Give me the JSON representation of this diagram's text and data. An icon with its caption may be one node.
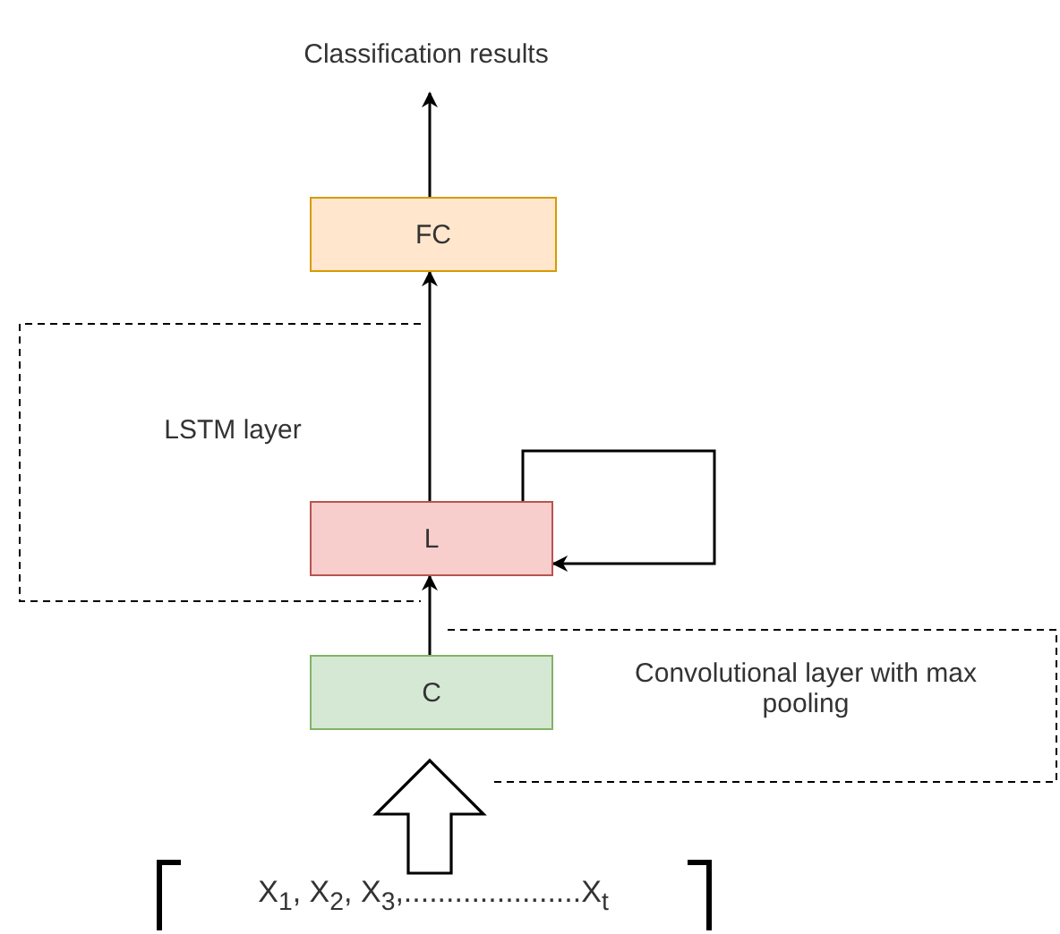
{
  "diagram": {
    "nodes": [
      {
        "text": [
          "Classification results"
        ]
      },
      {
        "text": [
          "FC"
        ]
      },
      {
        "text": [
          "L"
        ]
      },
      {
        "text": [
          "C"
        ]
      },
      {
        "text": [
          "X$_{1}$, X$_{2}$, X$_{3}$,.....................X$_{t}$"
        ]
      }
    ],
    "edges": [
      {
        "from": 1,
        "to": 0,
        "arrow": "to"
      },
      {
        "from": 2,
        "to": 1,
        "arrow": "to"
      },
      {
        "from": 2,
        "to": 2,
        "arrow": "to"
      },
      {
        "from": 3,
        "to": 2,
        "arrow": "to"
      },
      {
        "from": 4,
        "to": 3,
        "arrow": "to",
        "style": "thick"
      }
    ],
    "labels": [
      "LSTM layer",
      "Convolutional layer with max pooling"
    ]
  }
}
